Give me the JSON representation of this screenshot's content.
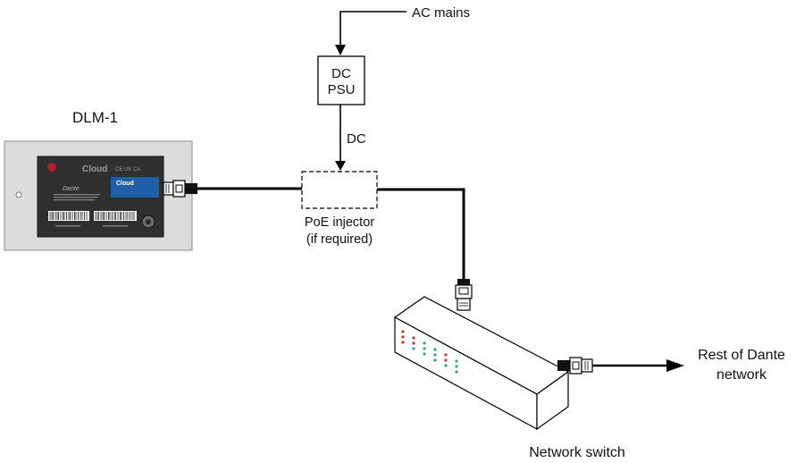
{
  "labels": {
    "ac_mains": "AC mains",
    "psu_line1": "DC",
    "psu_line2": "PSU",
    "dc": "DC",
    "device_title": "DLM-1",
    "poe_line1": "PoE injector",
    "poe_line2": "(if required)",
    "switch": "Network switch",
    "rest_line1": "Rest of Dante",
    "rest_line2": "network"
  },
  "device_panel": {
    "brand": "Cloud",
    "brand_small": "Cloud",
    "marks": "CE UK CA",
    "dante": "Dante"
  },
  "colors": {
    "line": "#000000",
    "panel_face": "#dcdcdc",
    "panel_inner": "#2f2f2f",
    "led_red": "#c0392b",
    "led_green": "#27ae60"
  }
}
